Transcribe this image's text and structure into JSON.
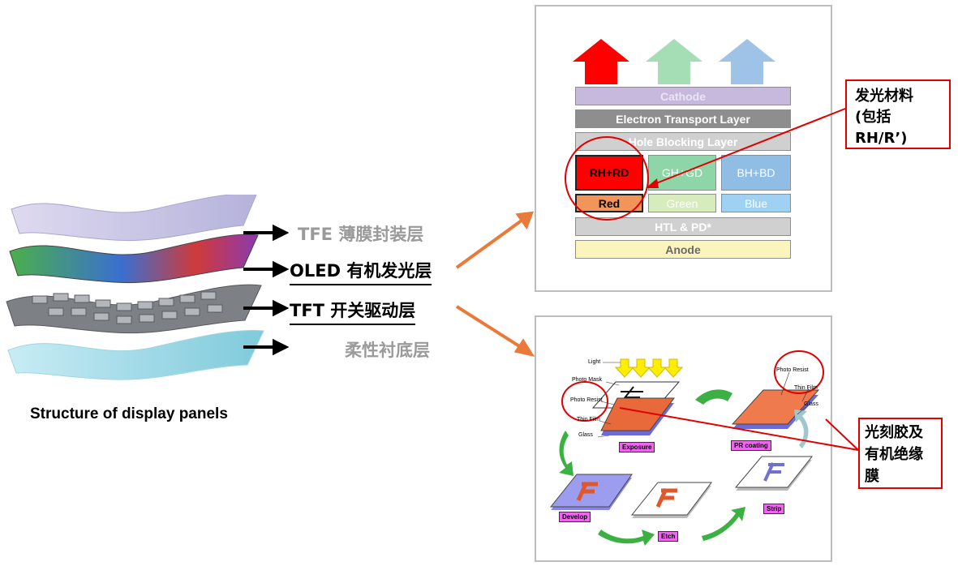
{
  "left": {
    "layers": [
      {
        "label": "TFE   薄膜封装层"
      },
      {
        "label": "OLED 有机发光层"
      },
      {
        "label": "TFT   开关驱动层"
      },
      {
        "label": "柔性衬底层"
      }
    ],
    "caption": "Structure of display panels"
  },
  "oled_stack": {
    "cathode": "Cathode",
    "etl": "Electron Transport Layer",
    "hbl": "Hole Blocking Layer",
    "host_red": "RH+RD",
    "host_green": "GH+GD",
    "host_blue": "BH+BD",
    "red": "Red",
    "green": "Green",
    "blue": "Blue",
    "htl": "HTL & PD*",
    "anode": "Anode",
    "callout_line1": "发光材料",
    "callout_line2": "(包括RH/R’)"
  },
  "photo_process": {
    "labels": {
      "light": "Light",
      "photo_mask": "Photo Mask",
      "photo_resist_left": "Photo Resist",
      "thin_film_left": "Thin Film",
      "glass_left": "Glass",
      "photo_resist_right": "Photo Resist",
      "thin_film_right": "Thin Film",
      "glass_right": "Glass"
    },
    "steps": {
      "exposure": "Exposure",
      "pr_coating": "PR coating",
      "develop": "Develop",
      "etch": "Etch",
      "strip": "Strip"
    },
    "callout_lines": [
      "光刻胶及",
      "有机绝缘",
      "膜"
    ]
  }
}
